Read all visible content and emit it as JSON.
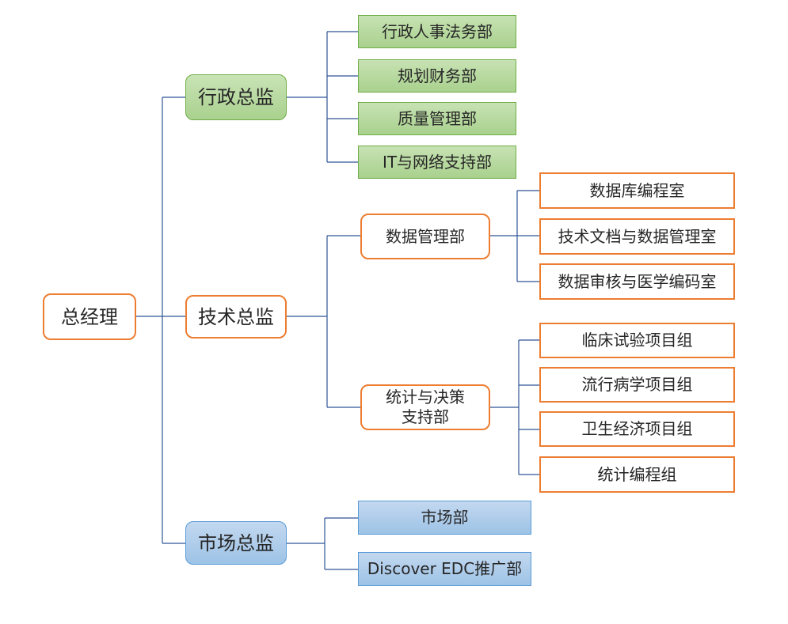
{
  "org_chart": {
    "root": "总经理",
    "directors": {
      "admin": "行政总监",
      "tech": "技术总监",
      "market": "市场总监"
    },
    "admin_departments": [
      "行政人事法务部",
      "规划财务部",
      "质量管理部",
      "IT与网络支持部"
    ],
    "tech_departments": {
      "data_mgmt": "数据管理部",
      "stats": "统计与决策\n支持部"
    },
    "data_mgmt_offices": [
      "数据库编程室",
      "技术文档与数据管理室",
      "数据审核与医学编码室"
    ],
    "stats_groups": [
      "临床试验项目组",
      "流行病学项目组",
      "卫生经济项目组",
      "统计编程组"
    ],
    "market_departments": [
      "市场部",
      "Discover EDC推广部"
    ]
  },
  "colors": {
    "connector": "#2f5597",
    "orange_border": "#ed7d31",
    "green_border": "#70ad47",
    "green_fill": "#a9d18e",
    "blue_border": "#5b9bd5",
    "blue_fill": "#9dc3e6"
  }
}
